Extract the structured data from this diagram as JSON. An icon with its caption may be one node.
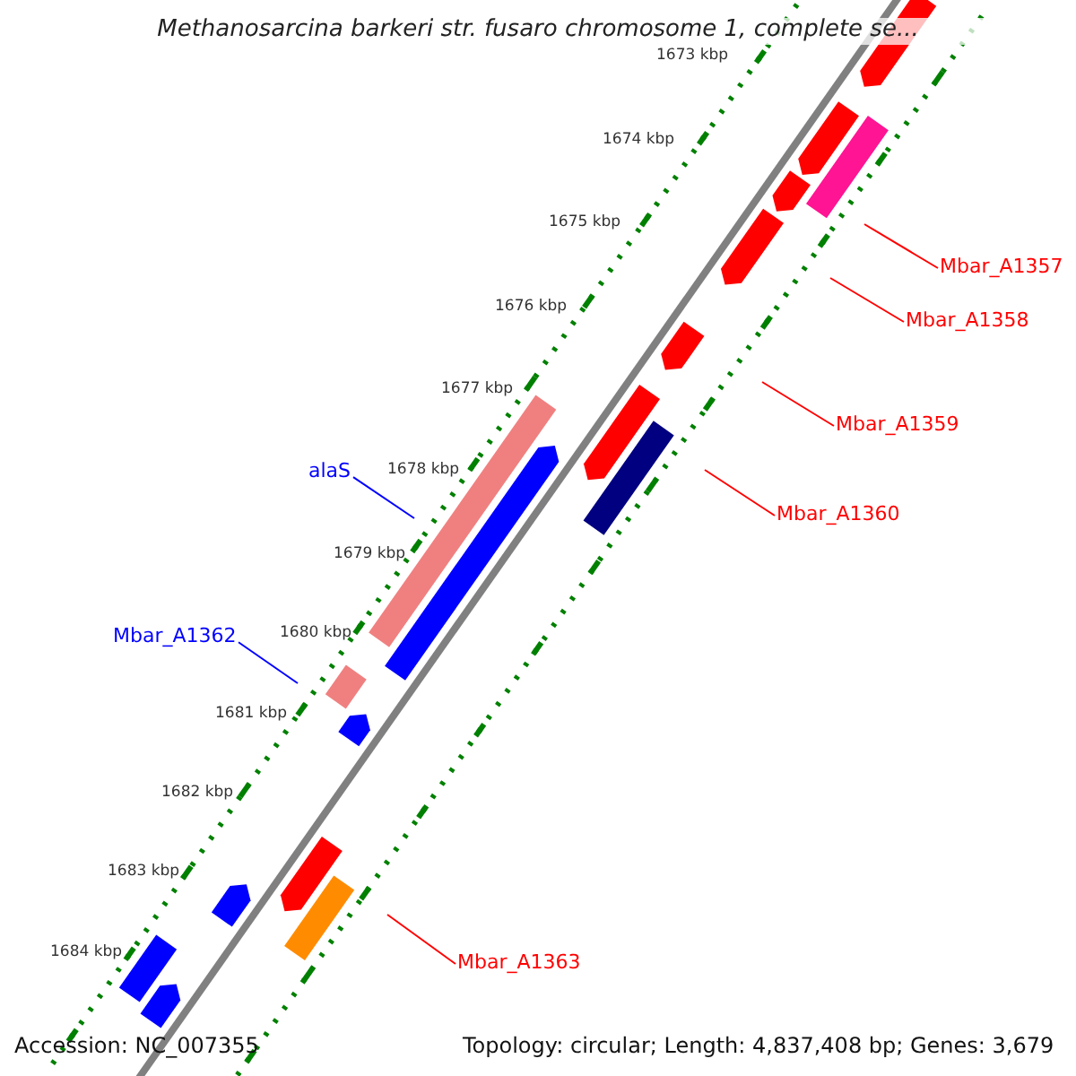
{
  "diagram": {
    "title": "Methanosarcina barkeri str. fusaro chromosome 1, complete se...",
    "nodes": [
      {
        "text": [
          "Mbar_A1357"
        ]
      },
      {
        "text": [
          "Mbar_A1358"
        ]
      },
      {
        "text": [
          "Mbar_A1359"
        ]
      },
      {
        "text": [
          "Mbar_A1360"
        ]
      },
      {
        "text": [
          "alaS"
        ]
      },
      {
        "text": [
          "Mbar_A1362"
        ]
      },
      {
        "text": [
          "Mbar_A1363"
        ]
      }
    ],
    "edges": [
      {
        "from": 0,
        "to": null,
        "arrow": "none"
      },
      {
        "from": 1,
        "to": null,
        "arrow": "none"
      },
      {
        "from": 2,
        "to": null,
        "arrow": "none"
      },
      {
        "from": 3,
        "to": null,
        "arrow": "none"
      },
      {
        "from": 4,
        "to": null,
        "arrow": "none",
        "color": "#0000ff"
      },
      {
        "from": 5,
        "to": null,
        "arrow": "none",
        "color": "#0000ff"
      },
      {
        "from": 6,
        "to": null,
        "arrow": "none"
      }
    ],
    "labels": [
      "1673 kbp",
      "1674 kbp",
      "1675 kbp",
      "1676 kbp",
      "1677 kbp",
      "1678 kbp",
      "1679 kbp",
      "1680 kbp",
      "1681 kbp",
      "1682 kbp",
      "1683 kbp",
      "1684 kbp",
      "Accession: NC_007355",
      "Topology: circular; Length: 4,837,408 bp; Genes: 3,679"
    ]
  }
}
